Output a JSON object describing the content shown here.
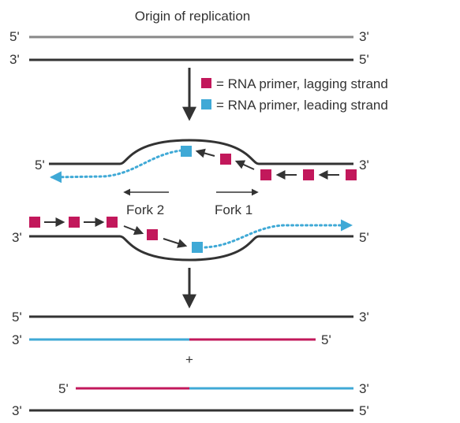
{
  "title": "Origin of replication",
  "legend": {
    "lagging": "= RNA primer, lagging strand",
    "leading": "= RNA primer, leading strand"
  },
  "forks": {
    "fork1": "Fork 1",
    "fork2": "Fork 2"
  },
  "ends": {
    "five": "5'",
    "three": "3'"
  },
  "plus": "+",
  "colors": {
    "dna": "#333333",
    "gray_strand": "#888888",
    "lagging_primer": "#c2185b",
    "leading_primer": "#3fa9d6",
    "arrow": "#333333"
  }
}
